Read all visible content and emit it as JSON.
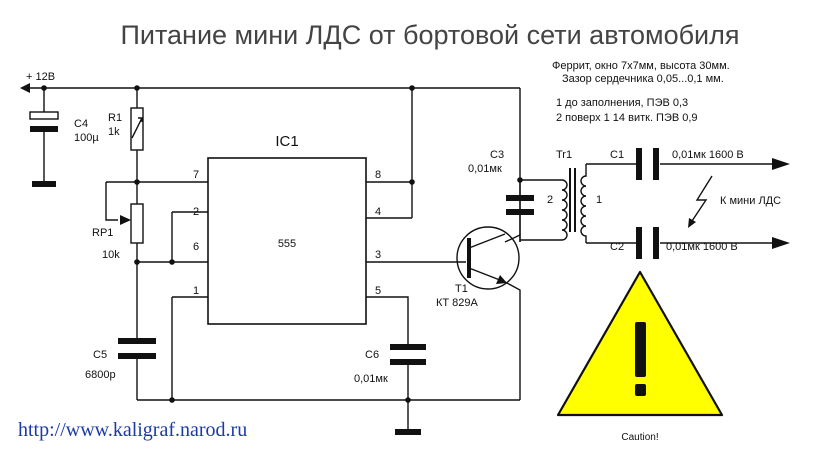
{
  "title": "Питание мини ЛДС от бортовой сети автомобиля",
  "notes": {
    "line1": "Феррит, окно 7х7мм, высота 30мм.",
    "line2": "Зазор сердечника 0,05...0,1 мм.",
    "line3": "1 до заполнения, ПЭВ 0,3",
    "line4": "2 поверх 1  14 витк. ПЭВ 0,9"
  },
  "supply_label": "+ 12В",
  "ic": {
    "name": "IC1",
    "part": "555",
    "pins": [
      "7",
      "2",
      "6",
      "1",
      "8",
      "4",
      "3",
      "5"
    ]
  },
  "components": {
    "c4": {
      "ref": "C4",
      "value": "100µ"
    },
    "r1": {
      "ref": "R1",
      "value": "1k"
    },
    "rp1": {
      "ref": "RP1",
      "value": "10k"
    },
    "c5": {
      "ref": "C5",
      "value": "6800p"
    },
    "c6": {
      "ref": "C6",
      "value": "0,01мк"
    },
    "c3": {
      "ref": "C3",
      "value": "0,01мк"
    },
    "t1": {
      "ref": "T1",
      "value": "КТ 829А"
    },
    "tr1": {
      "ref": "Tr1",
      "winding1": "1",
      "winding2": "2"
    },
    "c1": {
      "ref": "C1",
      "value": "0,01мк 1600 В"
    },
    "c2": {
      "ref": "C2",
      "value": "0,01мк 1600 В"
    }
  },
  "load_label": "К мини ЛДС",
  "caution_label": "Caution!",
  "url": "http://www.kaligraf.narod.ru",
  "colors": {
    "warning_fill": "#ffff00",
    "url": "#1a3aa8",
    "title": "#444444"
  }
}
